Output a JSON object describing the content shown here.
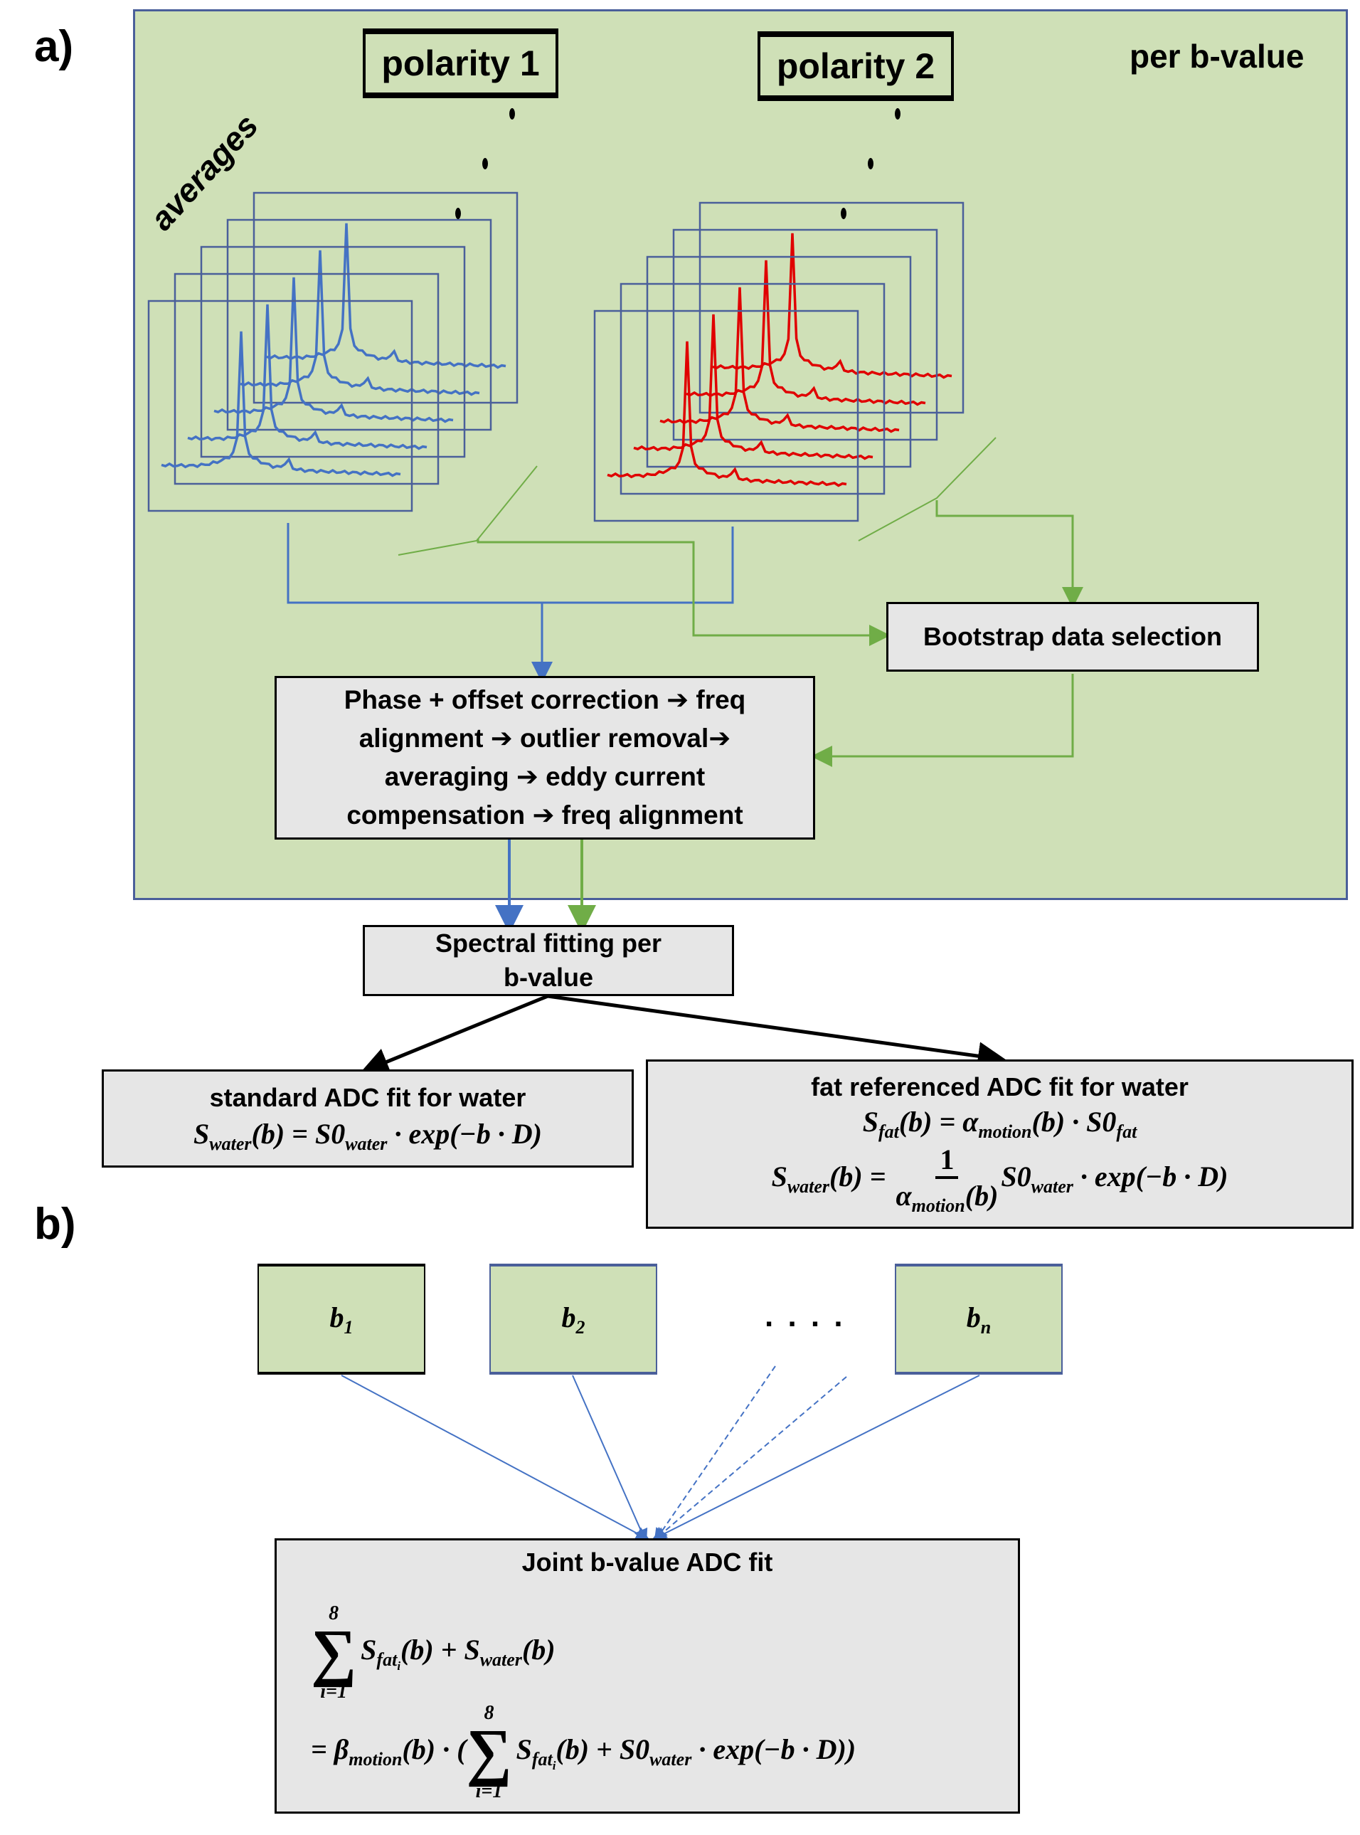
{
  "panel_a": {
    "label": "a)",
    "per_b_value": "per b-value",
    "averages_label": "averages",
    "polarity_1": "polarity 1",
    "polarity_2": "polarity 2",
    "polarity_1_color": "#4472c4",
    "polarity_2_color": "#e00000",
    "bootstrap": "Bootstrap data selection",
    "processing_lines": [
      "Phase + offset correction ➔ freq",
      "alignment ➔ outlier removal➔",
      "averaging ➔ eddy current",
      "compensation ➔ freq alignment"
    ],
    "spectral_fitting_lines": [
      "Spectral fitting per",
      "b-value"
    ],
    "standard_fit": {
      "title": "standard ADC fit for water",
      "formula": "S_water(b) = S0_water · exp(−b · D)"
    },
    "fat_ref_fit": {
      "title": "fat referenced ADC fit for water",
      "formula1": "S_fat(b) = α_motion(b) · S0_fat",
      "formula2": "S_water(b) = 1/α_motion(b) · S0_water · exp(−b · D)"
    }
  },
  "panel_b": {
    "label": "b)",
    "b_boxes": [
      {
        "base": "b",
        "sub": "1"
      },
      {
        "base": "b",
        "sub": "2"
      },
      {
        "base": "b",
        "sub": "n"
      }
    ],
    "ellipsis": ". . . .",
    "joint_fit": {
      "title": "Joint b-value ADC fit",
      "sum_upper": "8",
      "sum_lower": "i=1",
      "line1": "Σ S_fat_i(b) + S_water(b)",
      "line2": "= β_motion(b) · (Σ S_fat_i(b) + S0_water · exp(−b · D))"
    }
  },
  "colors": {
    "panel_fill": "#cfe0b7",
    "box_fill": "#e6e6e6",
    "blue_arrow": "#4472c4",
    "green_arrow": "#70ad47"
  }
}
